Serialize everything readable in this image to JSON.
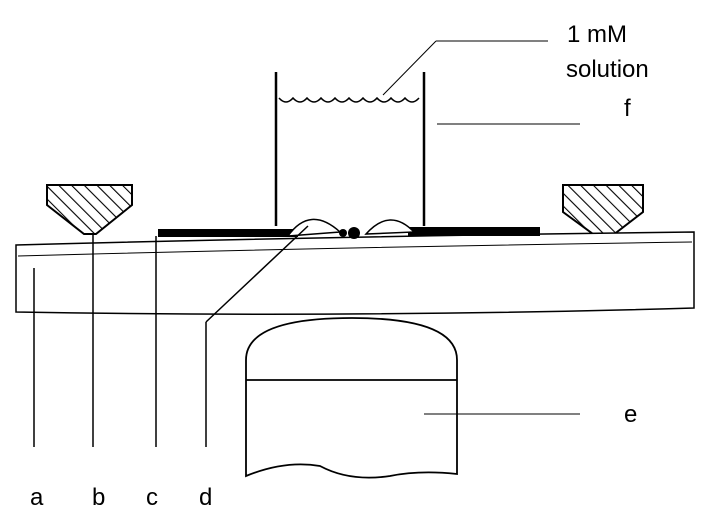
{
  "labels": {
    "solution_line1": "1 mM",
    "solution_line2": "solution",
    "a": "a",
    "b": "b",
    "c": "c",
    "d": "d",
    "e": "e",
    "f": "f"
  }
}
